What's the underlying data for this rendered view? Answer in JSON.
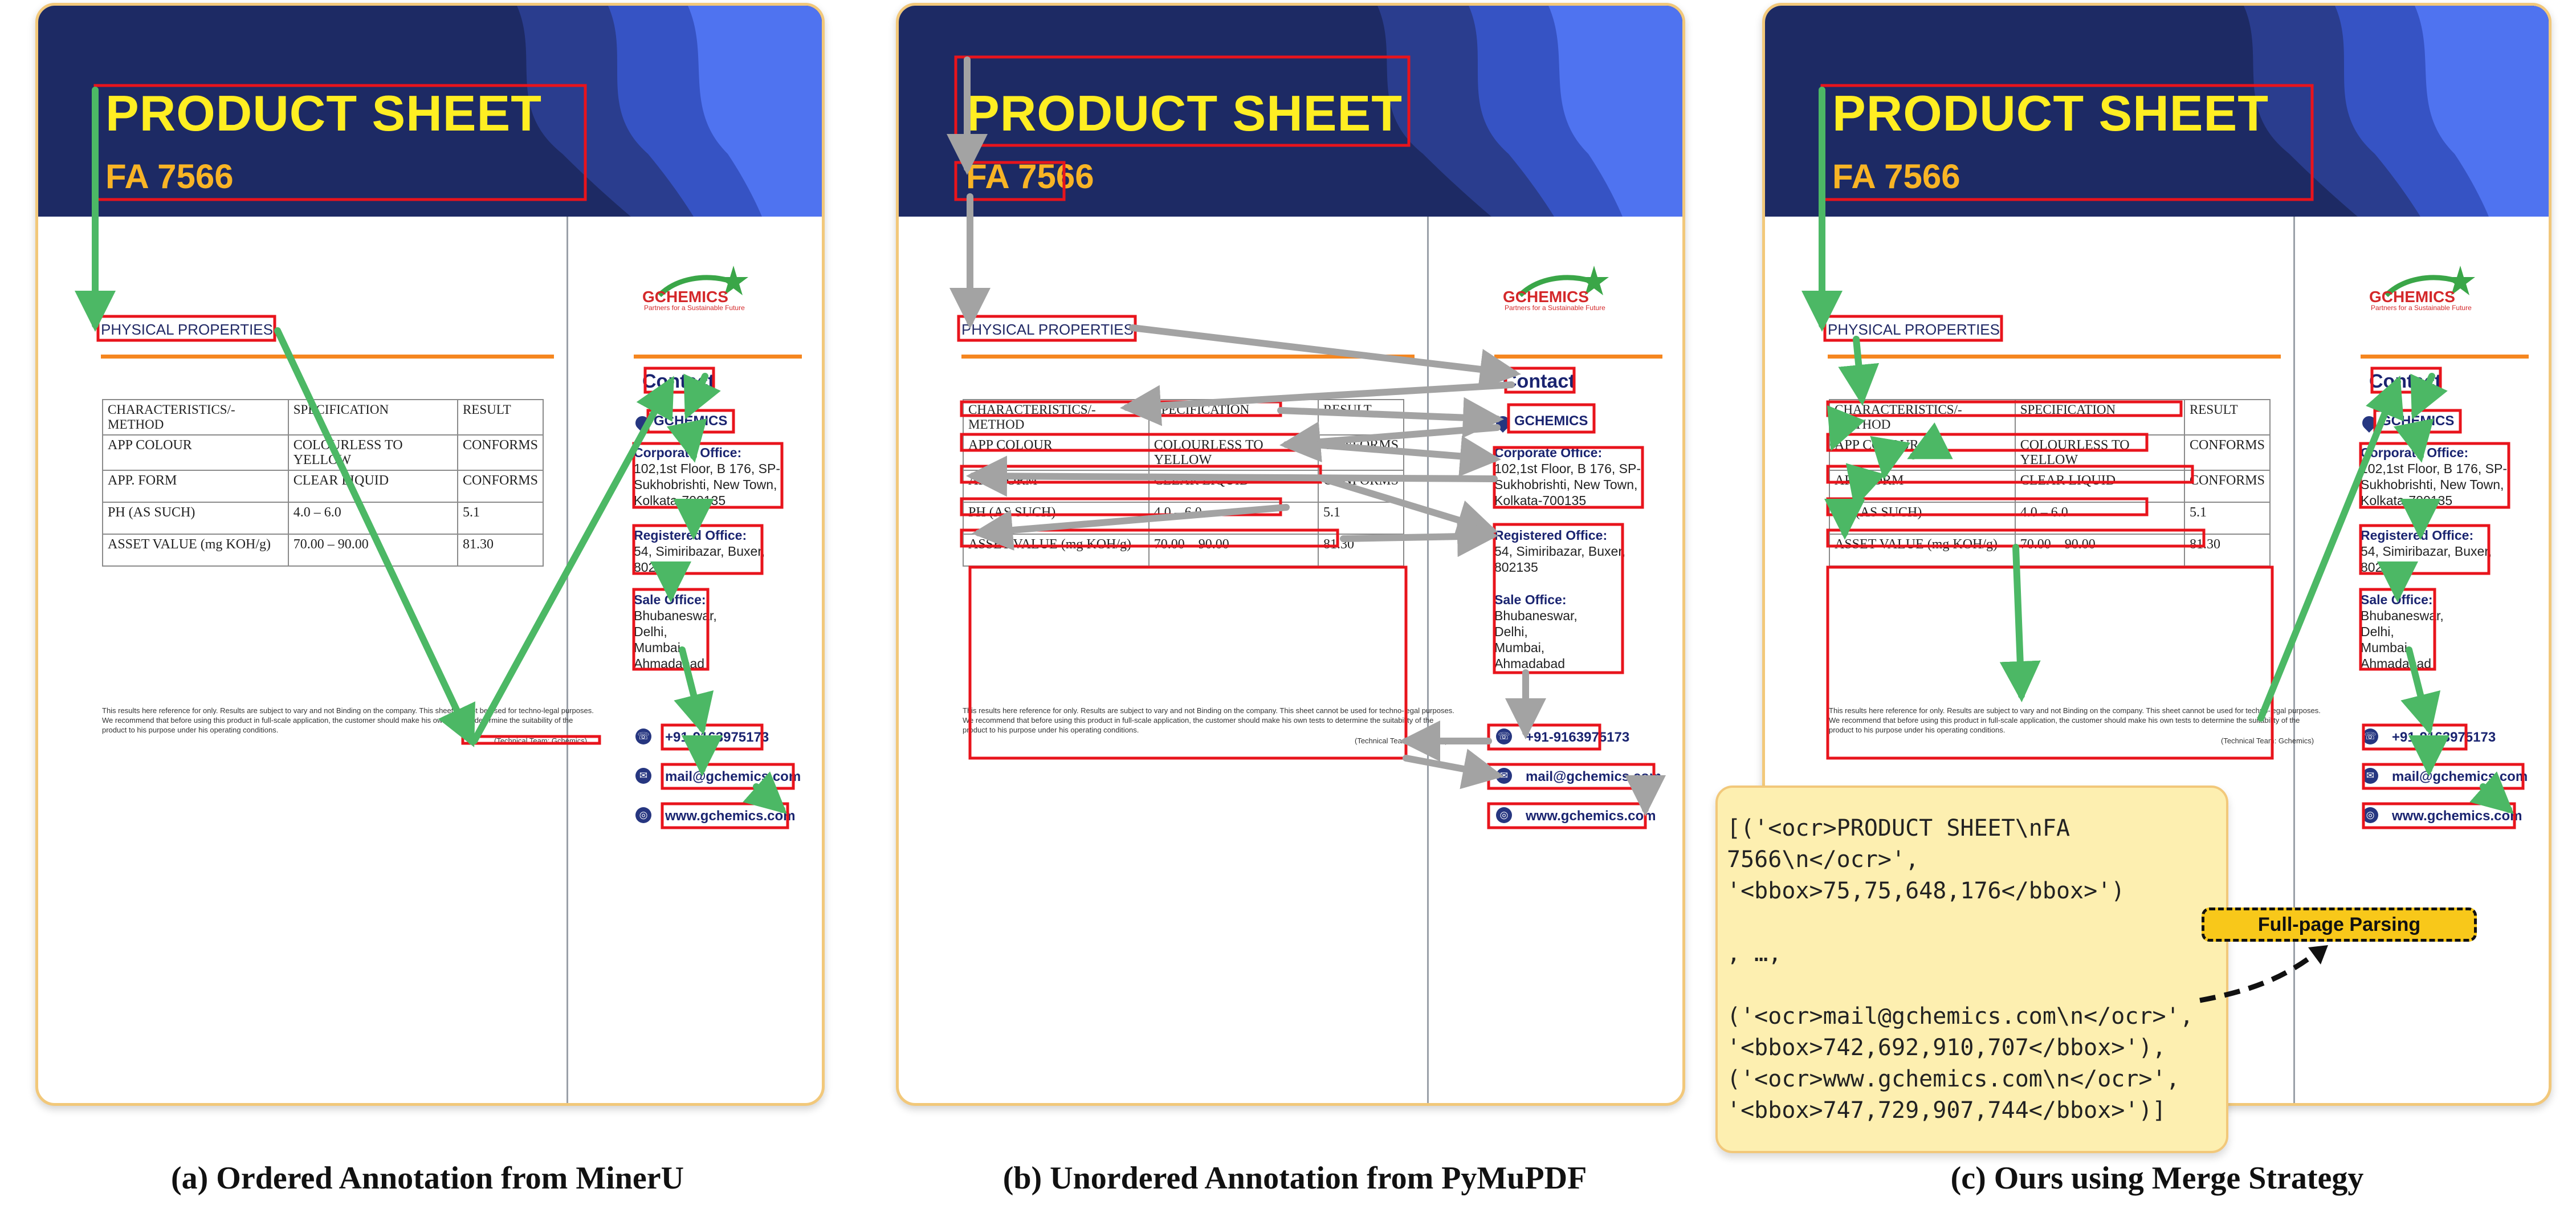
{
  "sheet": {
    "title": "PRODUCT SHEET",
    "code": "FA 7566",
    "section_title": "PHYSICAL PROPERTIES",
    "table_header": [
      "CHARACTERISTICS/-METHOD",
      "SPECIFICATION",
      "RESULT"
    ],
    "table_rows": [
      [
        "APP COLOUR",
        "COLOURLESS TO YELLOW",
        "CONFORMS"
      ],
      [
        "APP. FORM",
        "CLEAR LIQUID",
        "CONFORMS"
      ],
      [
        "PH (AS SUCH)",
        "4.0 – 6.0",
        "5.1"
      ],
      [
        "ASSET VALUE (mg KOH/g)",
        "70.00 – 90.00",
        "81.30"
      ]
    ],
    "logo_text": "GCHEMICS",
    "logo_tagline": "Partners for a Sustainable Future",
    "contact_title": "Contact",
    "company": "GCHEMICS",
    "corporate_title": "Corporate Office:",
    "corporate_address": "102,1st Floor, B 176, SP-Sukhobrishti, New Town, Kolkata-700135",
    "registered_title": "Registered Office:",
    "registered_address": "54, Simiribazar, Buxer, 802135",
    "sale_title": "Sale Office:",
    "sale_cities": "Bhubaneswar, Delhi, Mumbai, Ahmadabad",
    "phone": "+91-9163975173",
    "email": "mail@gchemics.com",
    "website": "www.gchemics.com",
    "disclaimer": "This results here reference for only. Results are subject to vary and not Binding on the company. This sheet cannot be used for techno-legal purposes. We recommend that before using this product in full-scale application, the customer should make his own tests to determine the suitability of the product to his purpose under his operating conditions.",
    "tech_team": "(Technical Team: Gchemics)"
  },
  "captions": {
    "a": "(a) Ordered Annotation from MinerU",
    "b": "(b) Unordered Annotation from PyMuPDF",
    "c": "(c) Ours using Merge Strategy"
  },
  "json_box": {
    "line1": "[('<ocr>PRODUCT SHEET\\nFA",
    "line2": "7566\\n</ocr>',",
    "line3": "'<bbox>75,75,648,176</bbox>')",
    "line4": ", …,",
    "line5": "('<ocr>mail@gchemics.com\\n</ocr>',",
    "line6": "'<bbox>742,692,910,707</bbox>'),",
    "line7": "('<ocr>www.gchemics.com\\n</ocr>',",
    "line8": "'<bbox>747,729,907,744</bbox>')]"
  },
  "full_page_tag": "Full-page Parsing",
  "colors": {
    "header": "#1d2a64",
    "title": "#ffee22",
    "code": "#f8b425",
    "box": "#e8141c",
    "ordered_arrow": "#4cb865",
    "unordered_arrow": "#a3a3a3",
    "orange": "#f5861f",
    "json_bg": "#fdefb0"
  }
}
